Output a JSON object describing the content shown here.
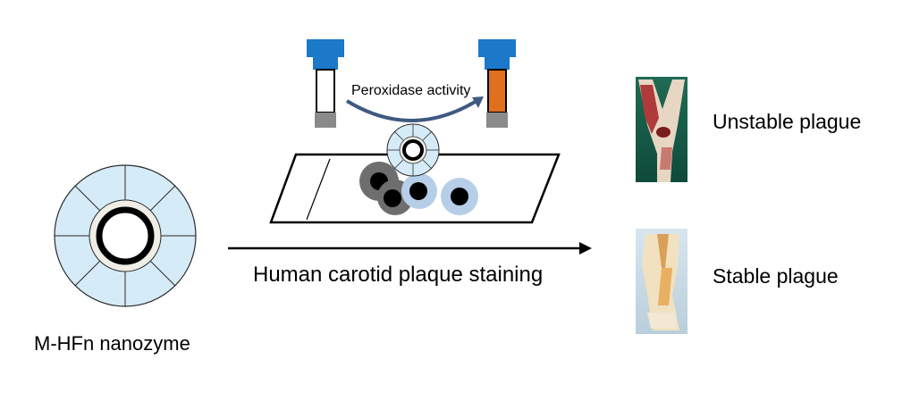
{
  "labels": {
    "nanozyme": "M-HFn nanozyme",
    "staining": "Human carotid plaque staining",
    "peroxidase": "Peroxidase activity",
    "unstable": "Unstable plague",
    "stable": "Stable plague"
  },
  "colors": {
    "shell_fill": "#d6ebf8",
    "core_fill": "#eeeee6",
    "cap_blue": "#1c78c8",
    "tube_orange": "#e0701e",
    "tube_bottom": "#8a8a8a",
    "arc_blue": "#3f5a82",
    "cell_dark": "#6e6e6e",
    "cell_light": "#b7cee8",
    "unstable_tissue": "#b03a3a",
    "stable_tissue": "#e8b060"
  },
  "icons": [
    "test-tube-icon",
    "nanozyme-icon",
    "slide-icon",
    "arrow-icon",
    "tissue-photo"
  ]
}
